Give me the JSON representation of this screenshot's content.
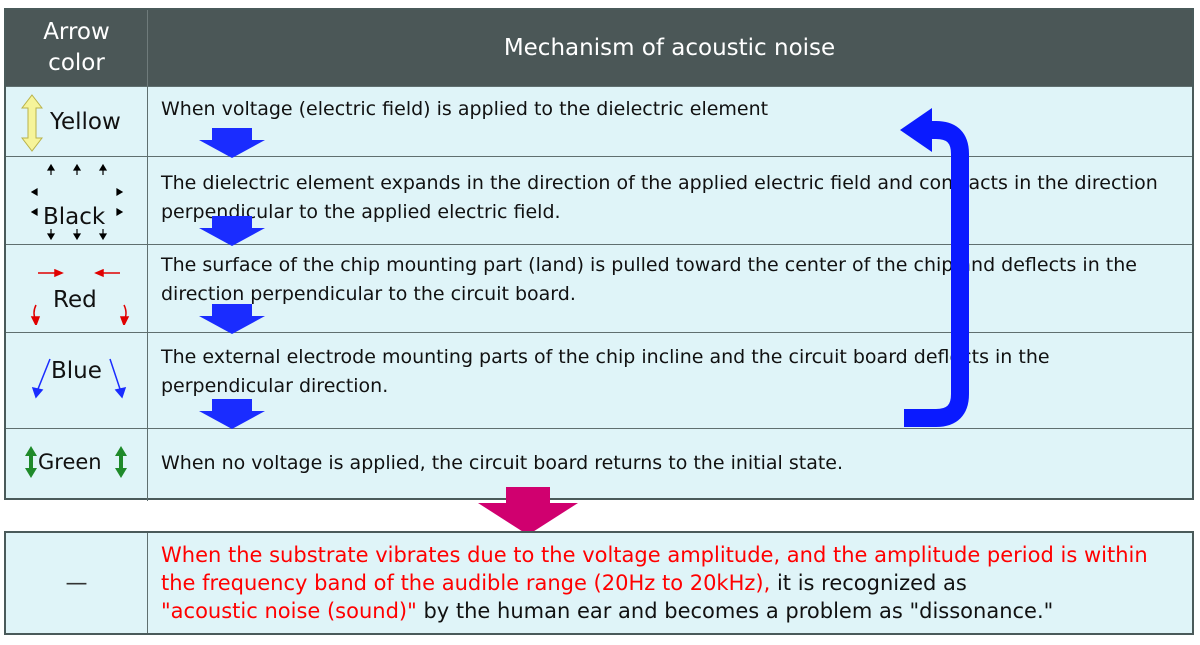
{
  "header": {
    "col1": "Arrow\ncolor",
    "col2": "Mechanism of acoustic noise"
  },
  "rows": [
    {
      "label": "Yellow",
      "text": "When voltage (electric field) is applied to the dielectric element"
    },
    {
      "label": "Black",
      "text": "The dielectric element expands in the direction of the applied electric field and contracts in the direction perpendicular to the applied electric field."
    },
    {
      "label": "Red",
      "text": "The surface of the chip mounting part (land) is pulled toward the center of the chip and deflects in the direction perpendicular to the circuit board."
    },
    {
      "label": "Blue",
      "text": "The external electrode mounting parts of the chip incline and the circuit board deflects in the perpendicular direction."
    },
    {
      "label": "Green",
      "text": "When no voltage is applied, the circuit board returns to the initial state."
    }
  ],
  "result": {
    "label": "—",
    "red_text": "When the substrate vibrates due to the voltage amplitude, and the amplitude period is within the frequency band of the audible range (20Hz to 20kHz),",
    "plain_1": " it is recognized as ",
    "red_text_2": "\"acoustic noise (sound)\"",
    "plain_2": " by the human ear and becomes a problem as \"dissonance.\""
  },
  "colors": {
    "header_bg": "#4b5757",
    "cell_bg": "#dff4f8",
    "flow_arrow": "#0a1aff",
    "result_arrow": "#d0006f",
    "highlight_text": "#ff0000"
  }
}
